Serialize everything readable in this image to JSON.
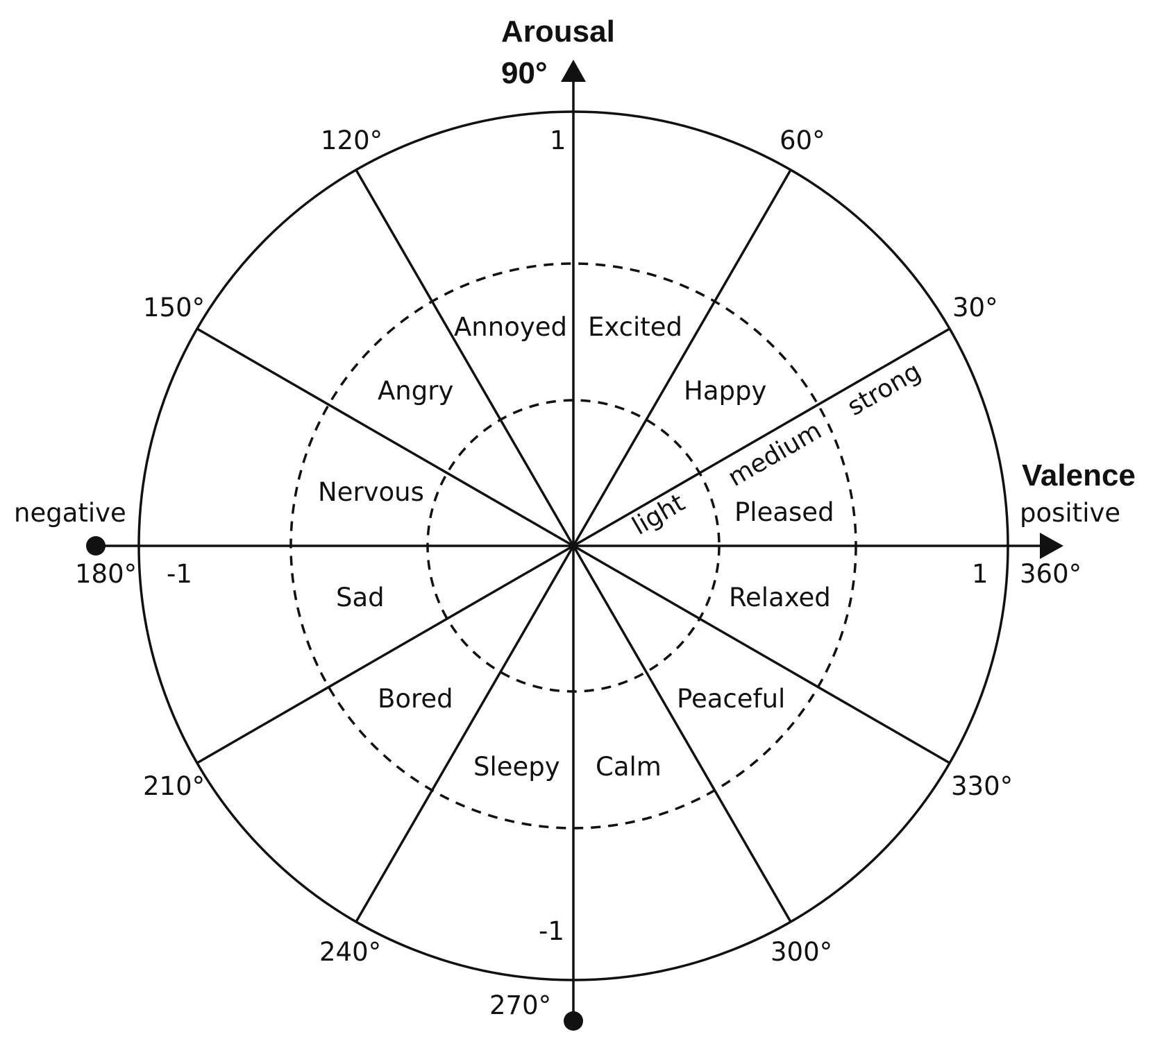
{
  "axes": {
    "arousal": {
      "title": "Arousal",
      "angle_label": "90°"
    },
    "valence": {
      "title": "Valence",
      "positive_label": "positive",
      "negative_label": "negative"
    }
  },
  "degree_labels": {
    "d30": "30°",
    "d60": "60°",
    "d120": "120°",
    "d150": "150°",
    "d180": "180°",
    "d210": "210°",
    "d240": "240°",
    "d270": "270°",
    "d300": "300°",
    "d330": "330°",
    "d360": "360°"
  },
  "scale_ticks": {
    "top": "1",
    "bottom": "-1",
    "left": "-1",
    "right": "1"
  },
  "intensity_levels": [
    "light",
    "medium",
    "strong"
  ],
  "emotions": {
    "excited": "Excited",
    "happy": "Happy",
    "pleased": "Pleased",
    "relaxed": "Relaxed",
    "peaceful": "Peaceful",
    "calm": "Calm",
    "sleepy": "Sleepy",
    "bored": "Bored",
    "sad": "Sad",
    "nervous": "Nervous",
    "angry": "Angry",
    "annoyed": "Annoyed"
  },
  "colors": {
    "ink": "#111111",
    "background": "#ffffff"
  }
}
